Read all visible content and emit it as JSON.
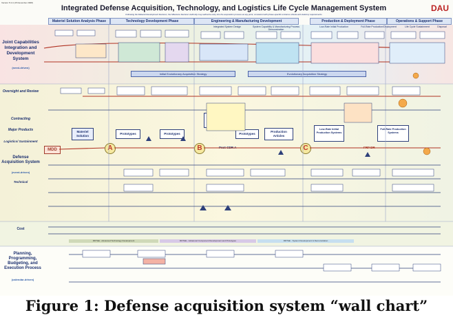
{
  "header": {
    "version": "Version 5.3.4 (15 December 2008)",
    "title": "Integrated Defense Acquisition, Technology, and Logistics Life Cycle Management System",
    "subtitle": "Following the Materiel Development Decision, the Milestone Decision Authority may authorize entry into the acquisition process at any point, consistent with phase-specific entrance criteria and statutory requirements",
    "logo": "DAU"
  },
  "phases": [
    "Materiel Solution Analysis Phase",
    "Technology Development Phase",
    "Engineering & Manufacturing Development",
    "Production & Deployment Phase",
    "Operations & Support Phase"
  ],
  "milestones": [
    "A",
    "B",
    "C"
  ],
  "side_labels": {
    "jcids": "Joint Capabilities Integration and Development System",
    "jcids_sub": "(need-driven)",
    "oversight": "Oversight and Review",
    "contracting": "Contracting",
    "major_products": "Major Products",
    "logistics": "Logistics/ Sustainment",
    "das": "Defense Acquisition System",
    "das_sub": "(event-driven)",
    "technical": "Technical",
    "cost": "Cost",
    "ppbe": "Planning, Programming, Budgeting, and Execution Process",
    "ppbe_sub": "(calendar-driven)"
  },
  "strategy_bars": [
    "Initial Evolutionary Acquisition Strategy",
    "Evolutionary Acquisition Strategy"
  ],
  "box_labels": {
    "mdd": "MDD",
    "materiel_solution": "Materiel Solution",
    "prototypes_1": "Prototypes",
    "prototypes_2": "Prototypes",
    "emd_model": "Engineering & Manufacturing Development Model",
    "prototypes_3": "Prototypes",
    "production_articles": "Production Articles",
    "lrip": "Low-Rate Initial Production Systems",
    "full_rate": "Full-Rate Production Systems",
    "post_cdr": "Post-CDR A",
    "frp": "FRP DR",
    "isr": "Integrated System Design",
    "scmpd": "System Capability & Manufacturing Process Demonstration",
    "lrip_label": "Low-Rate Initial Production",
    "frp_label": "Full-Rate Production/Deployment",
    "life_cycle": "Life Cycle Sustainment",
    "disposal": "Disposal"
  },
  "funding_bars": [
    "RDT&E - Advanced Technology Development",
    "RDT&E - Advanced Component Development and Prototypes",
    "RDT&E - System Development & Demonstration"
  ],
  "caption": "Figure 1: Defense acquisition system “wall chart”"
}
